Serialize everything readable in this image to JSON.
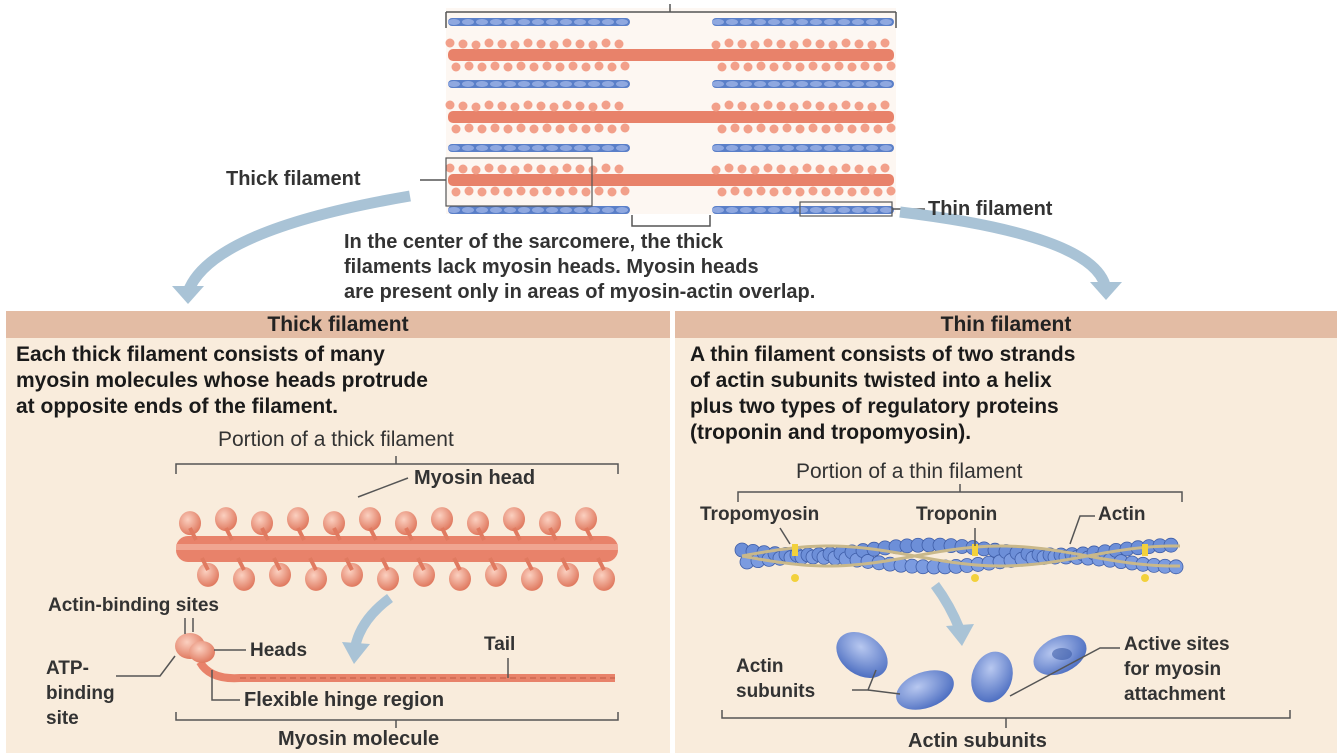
{
  "top": {
    "thick_label": "Thick filament",
    "thin_label": "Thin filament",
    "center_note": [
      "In the center of the sarcomere, the thick",
      "filaments lack myosin heads. Myosin heads",
      "are present only in areas of myosin-actin overlap."
    ]
  },
  "left_panel": {
    "header": "Thick filament",
    "description": [
      "Each thick filament consists of many",
      "myosin molecules whose heads protrude",
      "at opposite ends of the filament."
    ],
    "portion_label": "Portion of a thick filament",
    "myosin_head_label": "Myosin head",
    "actin_binding_label": "Actin-binding sites",
    "heads_label": "Heads",
    "tail_label": "Tail",
    "atp_label": [
      "ATP-",
      "binding",
      "site"
    ],
    "hinge_label": "Flexible hinge region",
    "molecule_label": "Myosin molecule"
  },
  "right_panel": {
    "header": "Thin filament",
    "description": [
      "A thin filament consists of two strands",
      "of actin subunits twisted into a helix",
      "plus two types of regulatory proteins",
      "(troponin and tropomyosin)."
    ],
    "portion_label": "Portion of a thin filament",
    "tropomyosin_label": "Tropomyosin",
    "troponin_label": "Troponin",
    "actin_label": "Actin",
    "actin_subunits_label": [
      "Actin",
      "subunits"
    ],
    "active_sites_label": [
      "Active sites",
      "for myosin",
      "attachment"
    ],
    "bottom_label": "Actin subunits"
  },
  "colors": {
    "thick_filament": "#e8826a",
    "thin_filament": "#5a7fc8",
    "header_bg": "#e3bca4",
    "panel_bg": "#f9ecdc",
    "arrow": "#a9c3d6"
  }
}
